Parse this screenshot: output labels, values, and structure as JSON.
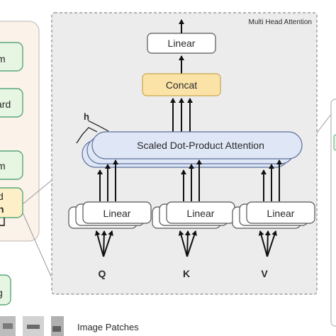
{
  "mha_title": "Multi Head Attention",
  "top_linear": "Linear",
  "concat": "Concat",
  "sdpa": "Scaled Dot-Product Attention",
  "heads_label": "h",
  "linear_label": "Linear",
  "inputs": [
    "Q",
    "K",
    "V"
  ],
  "image_patches": "Image Patches",
  "left_fragments": [
    "m",
    "ard",
    "m",
    "d",
    "n",
    "g"
  ],
  "colors": {
    "panel_bg": "#ececec",
    "left_panel_bg": "#fbf3ea",
    "sdpa_fill": "#dfe7f6",
    "concat_fill": "#fbe3a8",
    "mint_fill": "#e7f6e2",
    "yellow_fill": "#fdf0c8",
    "teal_border": "#59a67a"
  }
}
